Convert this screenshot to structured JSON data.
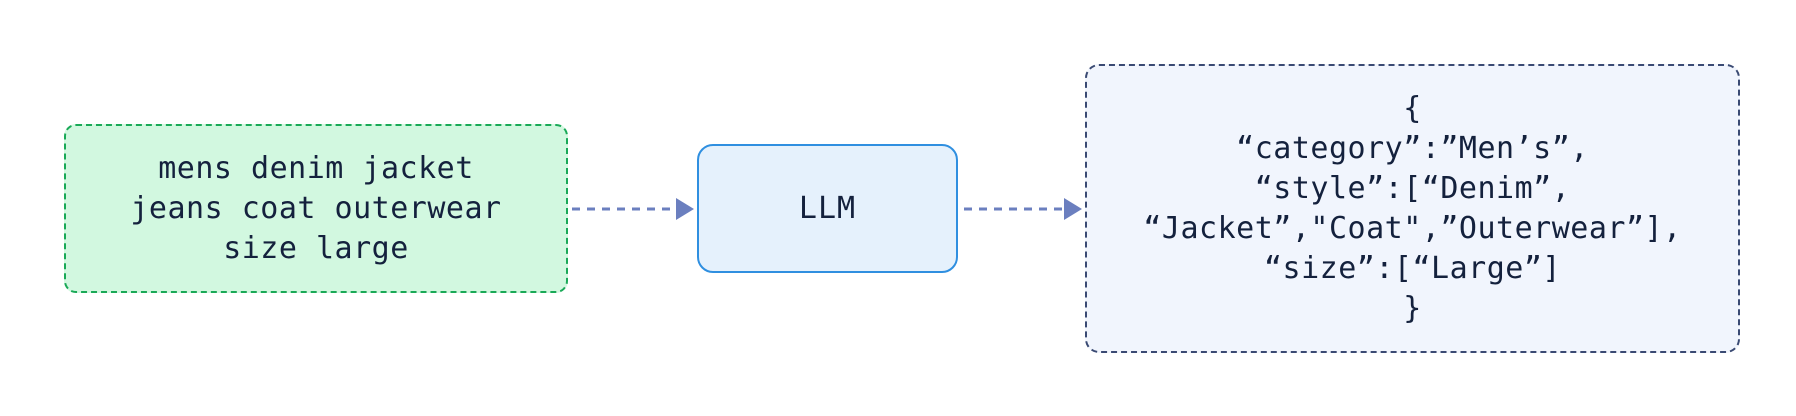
{
  "colors": {
    "input_fill": "#d2f8e0",
    "input_border": "#19a957",
    "llm_fill": "#e5f1fc",
    "llm_border": "#2f8fe0",
    "output_fill": "#f1f5fd",
    "output_border": "#3a4a73",
    "arrow": "#6b7fbf",
    "text": "#14213d"
  },
  "input": {
    "lines": [
      "mens denim jacket",
      "jeans coat outerwear",
      "size large"
    ]
  },
  "model": {
    "label": "LLM"
  },
  "output": {
    "lines": [
      "{",
      "“category”:”Men’s”,",
      "“style”:[“Denim”,",
      "“Jacket”,\"Coat\",”Outerwear”],",
      "“size”:[“Large”]",
      "}"
    ]
  }
}
